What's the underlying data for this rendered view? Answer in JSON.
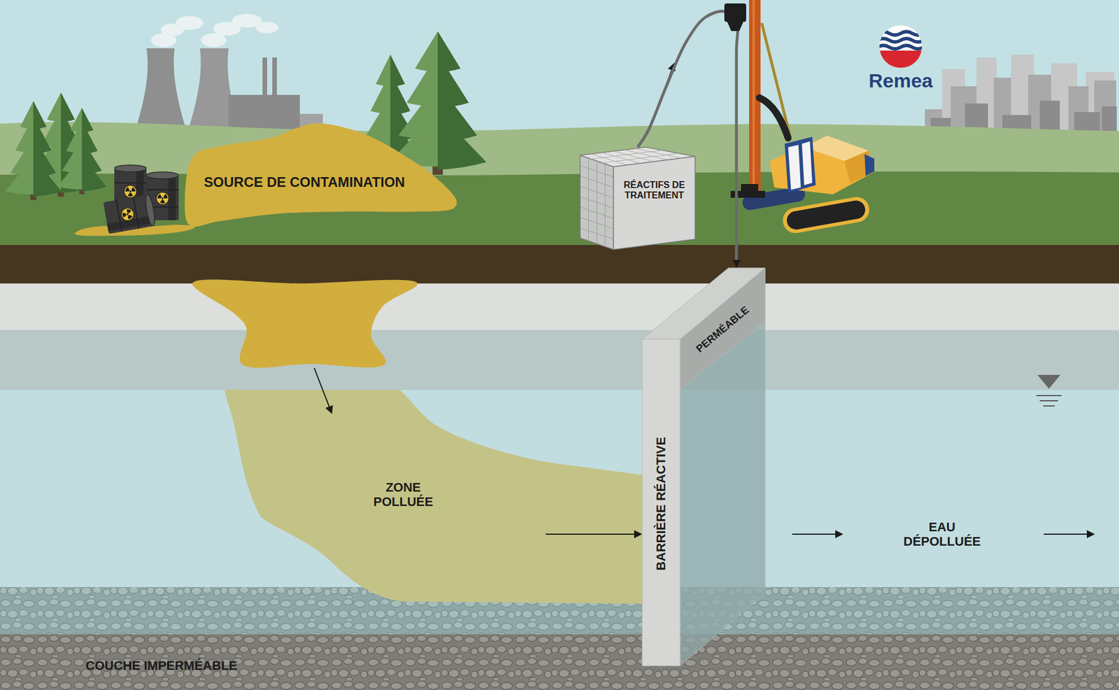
{
  "diagram": {
    "nodes": [
      {
        "text": [
          "SOURCE DE CONTAMINATION"
        ]
      },
      {
        "text": [
          "RÉACTIFS DE TRAITEMENT"
        ]
      },
      {
        "text": [
          "PERMÉABLE",
          "BARRIÈRE RÉACTIVE"
        ]
      },
      {
        "text": [
          "ZONE POLLUÉE"
        ]
      },
      {
        "text": [
          "COUCHE IMPERMÉABLE"
        ]
      }
    ],
    "edges": [
      {
        "from": 0,
        "to": 3,
        "arrow": "to"
      },
      {
        "from": 1,
        "to": 2,
        "arrow": "to"
      },
      {
        "from": 3,
        "to": 2,
        "arrow": "to"
      }
    ],
    "labels": [
      "Remea",
      "EAU DÉPOLLUÉE"
    ]
  }
}
